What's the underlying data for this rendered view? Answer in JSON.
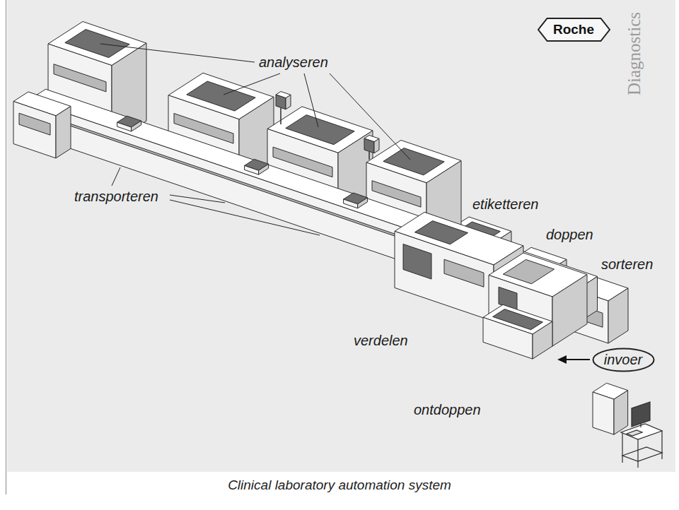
{
  "diagram": {
    "caption": "Clinical laboratory automation system",
    "nodes": [
      {
        "text": [
          "Roche"
        ]
      },
      {
        "text": [
          "invoer"
        ]
      }
    ],
    "labels": [
      "analyseren",
      "transporteren",
      "etiketteren",
      "doppen",
      "sorteren",
      "verdelen",
      "ontdoppen",
      "Diagnostics"
    ]
  }
}
